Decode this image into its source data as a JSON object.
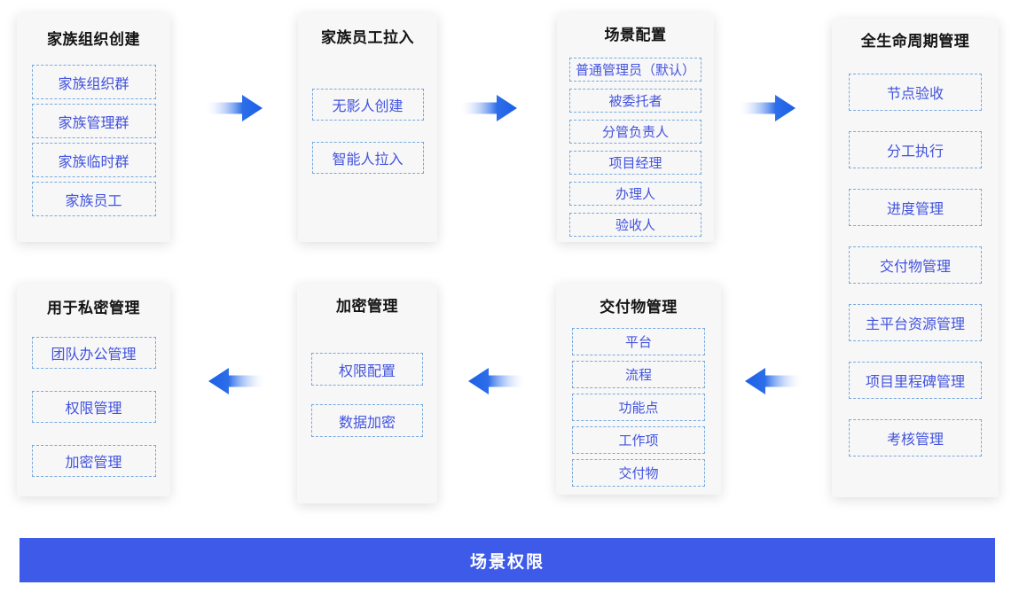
{
  "banner": {
    "label": "场景权限"
  },
  "flow": {
    "top_arrows_direction": "right",
    "bottom_arrows_direction": "left"
  },
  "colors": {
    "banner_blue": "#3d5ae8",
    "arrow_blue": "#2465e8",
    "item_text_blue": "#4253dd",
    "item_border_blue": "#77a9dd",
    "card_background": "#f7f7f8"
  },
  "cards": [
    {
      "id": "family-org-creation",
      "title": "家族组织创建",
      "items": [
        "家族组织群",
        "家族管理群",
        "家族临时群",
        "家族员工"
      ]
    },
    {
      "id": "family-staff-pull-in",
      "title": "家族员工拉入",
      "items": [
        "无影人创建",
        "智能人拉入"
      ]
    },
    {
      "id": "scene-config",
      "title": "场景配置",
      "items": [
        "普通管理员（默认）",
        "被委托者",
        "分管负责人",
        "项目经理",
        "办理人",
        "验收人"
      ]
    },
    {
      "id": "full-lifecycle-mgmt",
      "title": "全生命周期管理",
      "items": [
        "节点验收",
        "分工执行",
        "进度管理",
        "交付物管理",
        "主平台资源管理",
        "项目里程碑管理",
        "考核管理"
      ]
    },
    {
      "id": "private-mgmt",
      "title": "用于私密管理",
      "items": [
        "团队办公管理",
        "权限管理",
        "加密管理"
      ]
    },
    {
      "id": "encryption-mgmt",
      "title": "加密管理",
      "items": [
        "权限配置",
        "数据加密"
      ]
    },
    {
      "id": "deliverable-mgmt",
      "title": "交付物管理",
      "items": [
        "平台",
        "流程",
        "功能点",
        "工作项",
        "交付物"
      ]
    }
  ]
}
